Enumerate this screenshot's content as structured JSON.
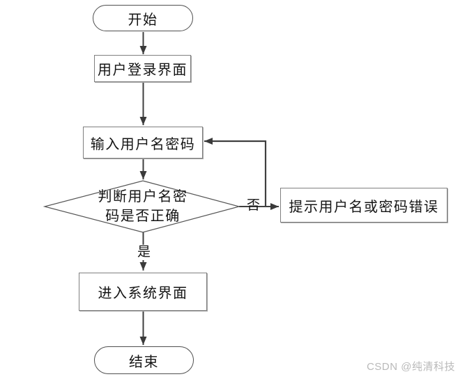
{
  "flowchart": {
    "nodes": [
      {
        "id": "start",
        "type": "terminator",
        "label": "开始"
      },
      {
        "id": "login-screen",
        "type": "process",
        "label": "用户登录界面"
      },
      {
        "id": "input-credentials",
        "type": "process",
        "label": "输入用户名密码"
      },
      {
        "id": "check-credentials",
        "type": "decision",
        "label": "判断用户名密\n码是否正确"
      },
      {
        "id": "error-prompt",
        "type": "process",
        "label": "提示用户名或密码错误"
      },
      {
        "id": "enter-system",
        "type": "process",
        "label": "进入系统界面"
      },
      {
        "id": "end",
        "type": "terminator",
        "label": "结束"
      }
    ],
    "edge_labels": {
      "no": "否",
      "yes": "是"
    },
    "colors": {
      "line": "#3f3f3f",
      "arrowhead": "#3a3a3a",
      "process_border": "#7f7f7f",
      "terminator_border": "#4f4f4f",
      "text": "#141414",
      "watermark": "#b9b9b9",
      "background": "#ffffff"
    }
  },
  "watermark": {
    "text": "CSDN @纯清科技"
  }
}
